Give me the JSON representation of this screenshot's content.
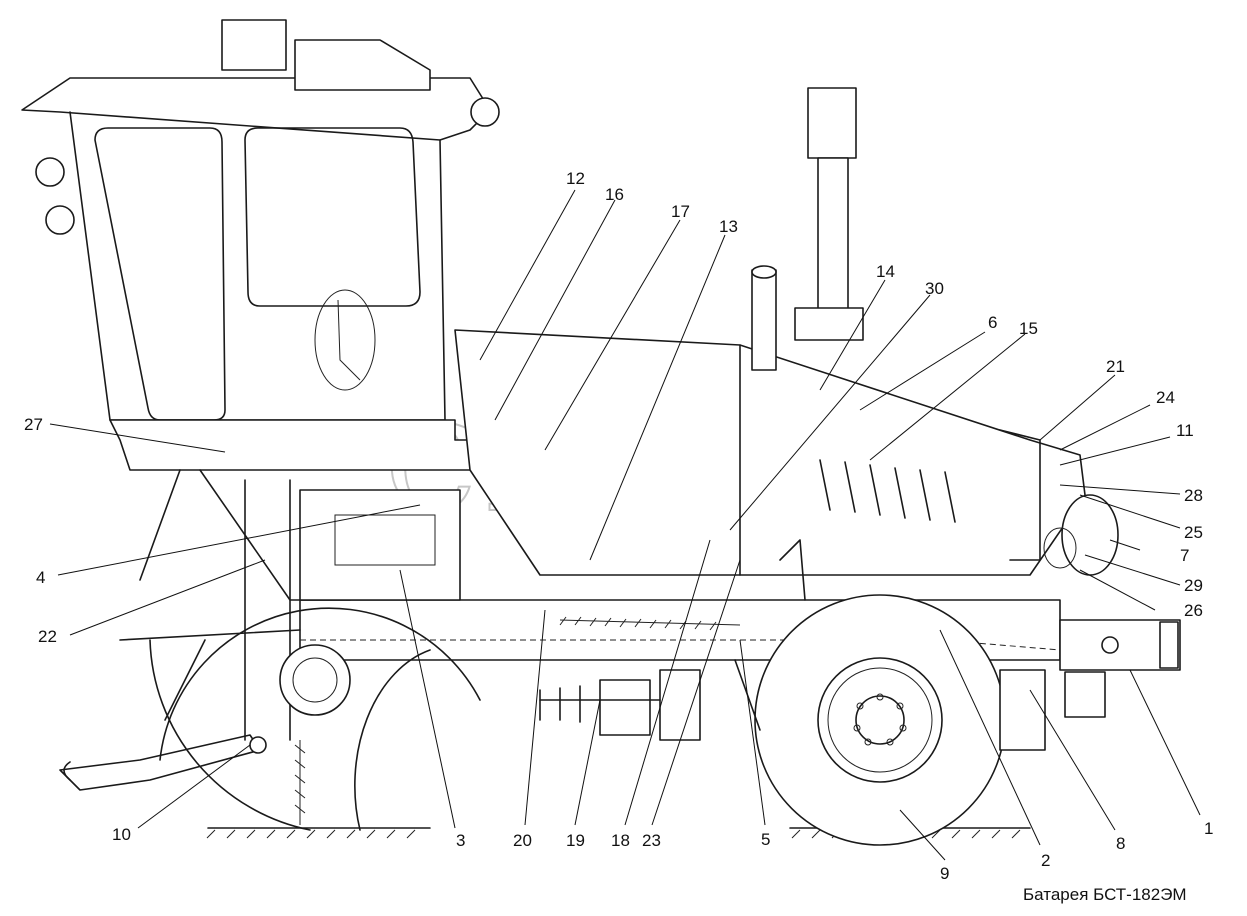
{
  "caption": "Батарея БСТ-182ЭМ",
  "watermark": "СЕЛИМ",
  "callouts": [
    {
      "id": "1",
      "label": "1"
    },
    {
      "id": "2",
      "label": "2"
    },
    {
      "id": "3",
      "label": "3"
    },
    {
      "id": "4",
      "label": "4"
    },
    {
      "id": "5",
      "label": "5"
    },
    {
      "id": "6",
      "label": "6"
    },
    {
      "id": "7",
      "label": "7"
    },
    {
      "id": "8",
      "label": "8"
    },
    {
      "id": "9",
      "label": "9"
    },
    {
      "id": "10",
      "label": "10"
    },
    {
      "id": "11",
      "label": "11"
    },
    {
      "id": "12",
      "label": "12"
    },
    {
      "id": "13",
      "label": "13"
    },
    {
      "id": "14",
      "label": "14"
    },
    {
      "id": "15",
      "label": "15"
    },
    {
      "id": "16",
      "label": "16"
    },
    {
      "id": "17",
      "label": "17"
    },
    {
      "id": "18",
      "label": "18"
    },
    {
      "id": "19",
      "label": "19"
    },
    {
      "id": "20",
      "label": "20"
    },
    {
      "id": "21",
      "label": "21"
    },
    {
      "id": "22",
      "label": "22"
    },
    {
      "id": "23",
      "label": "23"
    },
    {
      "id": "24",
      "label": "24"
    },
    {
      "id": "25",
      "label": "25"
    },
    {
      "id": "26",
      "label": "26"
    },
    {
      "id": "27",
      "label": "27"
    },
    {
      "id": "28",
      "label": "28"
    },
    {
      "id": "29",
      "label": "29"
    },
    {
      "id": "30",
      "label": "30"
    }
  ]
}
